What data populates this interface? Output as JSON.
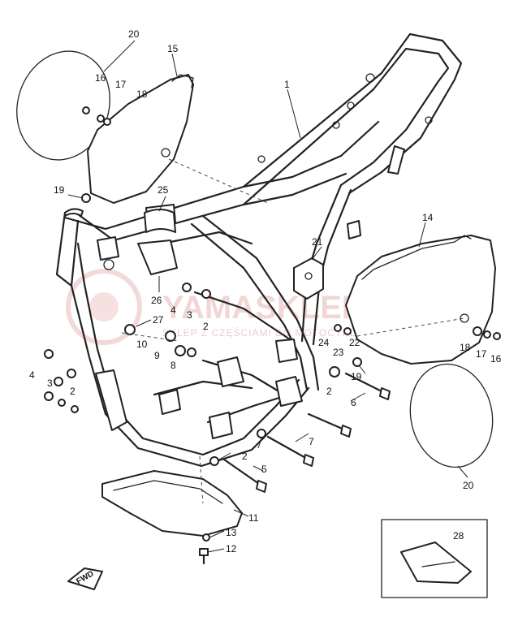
{
  "watermark": {
    "title": "YAMASKLEP.PL",
    "subtitle": "SKLEP Z CZĘŚCIAMI DO MOTOCYKLI YAMAHA"
  },
  "direction_marker": "FWD",
  "callouts": {
    "n1": "1",
    "n2a": "2",
    "n2b": "2",
    "n2c": "2",
    "n2d": "2",
    "n3": "3",
    "n4a": "4",
    "n4b": "4",
    "n5": "5",
    "n6": "6",
    "n7": "7",
    "n8": "8",
    "n9": "9",
    "n10": "10",
    "n11": "11",
    "n12": "12",
    "n13": "13",
    "n14": "14",
    "n15": "15",
    "n16a": "16",
    "n16b": "16",
    "n17a": "17",
    "n17b": "17",
    "n18a": "18",
    "n18b": "18",
    "n19a": "19",
    "n19b": "19",
    "n20a": "20",
    "n20b": "20",
    "n21": "21",
    "n22": "22",
    "n23": "23",
    "n24": "24",
    "n25": "25",
    "n26": "26",
    "n27": "27",
    "n28": "28"
  }
}
